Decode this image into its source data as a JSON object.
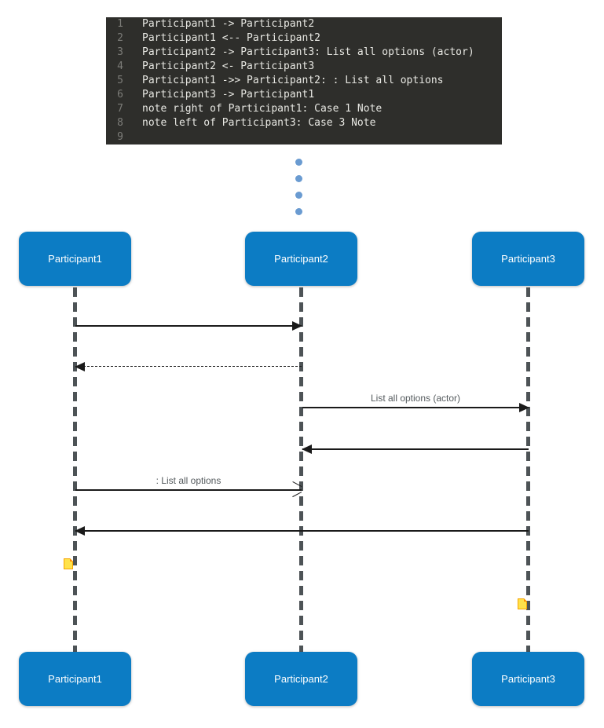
{
  "code_block": {
    "background_color": "#2e2e2b",
    "gutter_color": "#7c7c78",
    "text_color": "#e8e8e3",
    "lines": [
      {
        "n": "1",
        "text": "Participant1 -> Participant2"
      },
      {
        "n": "2",
        "text": "Participant1 <-- Participant2"
      },
      {
        "n": "3",
        "text": "Participant2 -> Participant3: List all options (actor)"
      },
      {
        "n": "4",
        "text": "Participant2 <- Participant3"
      },
      {
        "n": "5",
        "text": "Participant1 ->> Participant2: : List all options"
      },
      {
        "n": "6",
        "text": "Participant3 -> Participant1"
      },
      {
        "n": "7",
        "text": "note right of Participant1: Case 1 Note"
      },
      {
        "n": "8",
        "text": "note left of Participant3: Case 3 Note"
      },
      {
        "n": "9",
        "text": ""
      }
    ]
  },
  "loading_dots": {
    "count": 4,
    "color": "#6a9bd1"
  },
  "diagram": {
    "participant_color": "#0c7cc4",
    "participant_text_color": "#ffffff",
    "lifeline_color": "#4d5356",
    "arrow_color": "#1a1a1a",
    "label_color": "#555b5e",
    "note_color": "#ffd21f",
    "participants_top": [
      {
        "name": "Participant1"
      },
      {
        "name": "Participant2"
      },
      {
        "name": "Participant3"
      }
    ],
    "participants_bottom": [
      {
        "name": "Participant1"
      },
      {
        "name": "Participant2"
      },
      {
        "name": "Participant3"
      }
    ],
    "messages": [
      {
        "from": "Participant1",
        "to": "Participant2",
        "label": "",
        "style": "solid",
        "head": "filled",
        "direction": "right"
      },
      {
        "from": "Participant2",
        "to": "Participant1",
        "label": "",
        "style": "dashed",
        "head": "filled",
        "direction": "left"
      },
      {
        "from": "Participant2",
        "to": "Participant3",
        "label": "List all options (actor)",
        "style": "solid",
        "head": "filled",
        "direction": "right"
      },
      {
        "from": "Participant3",
        "to": "Participant2",
        "label": "",
        "style": "solid",
        "head": "filled",
        "direction": "left"
      },
      {
        "from": "Participant1",
        "to": "Participant2",
        "label": ": List all options",
        "style": "solid",
        "head": "open",
        "direction": "right"
      },
      {
        "from": "Participant3",
        "to": "Participant1",
        "label": "",
        "style": "solid",
        "head": "filled",
        "direction": "left"
      }
    ],
    "notes": [
      {
        "anchor": "Participant1",
        "position": "right",
        "text": "Case 1 Note"
      },
      {
        "anchor": "Participant3",
        "position": "left",
        "text": "Case 3 Note"
      }
    ]
  }
}
